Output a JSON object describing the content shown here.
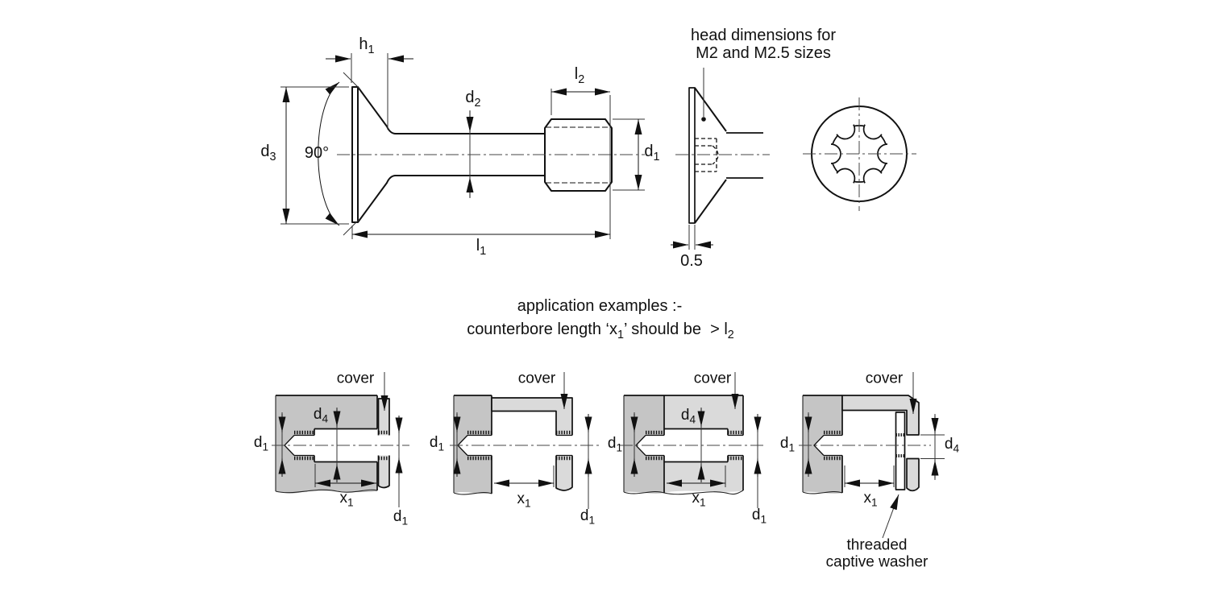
{
  "colors": {
    "block_gray": "#c5c5c5",
    "cover_gray": "#dadada",
    "line": "#111111",
    "background": "#ffffff"
  },
  "main_view": {
    "labels": {
      "h1": {
        "b": "h",
        "s": "1"
      },
      "d3": {
        "b": "d",
        "s": "3"
      },
      "angle": "90°",
      "d2": {
        "b": "d",
        "s": "2"
      },
      "l2": {
        "b": "l",
        "s": "2"
      },
      "d1": {
        "b": "d",
        "s": "1"
      },
      "l1": {
        "b": "l",
        "s": "1"
      }
    }
  },
  "head_view": {
    "note_line1": "head dimensions for",
    "note_line2": "M2 and M2.5 sizes",
    "thickness": "0.5"
  },
  "caption": {
    "line1": "application examples :-",
    "line2": {
      "t1": "counterbore length ‘x",
      "s1": "1",
      "t2": "’ should be  > l",
      "s2": "2"
    }
  },
  "examples": [
    {
      "cover": "cover",
      "d1_left": {
        "b": "d",
        "s": "1"
      },
      "d4": {
        "b": "d",
        "s": "4"
      },
      "x1": {
        "b": "x",
        "s": "1"
      },
      "d1_right": {
        "b": "d",
        "s": "1"
      }
    },
    {
      "cover": "cover",
      "d1_left": {
        "b": "d",
        "s": "1"
      },
      "x1": {
        "b": "x",
        "s": "1"
      },
      "d1_right": {
        "b": "d",
        "s": "1"
      }
    },
    {
      "cover": "cover",
      "d1_left": {
        "b": "d",
        "s": "1"
      },
      "d4": {
        "b": "d",
        "s": "4"
      },
      "x1": {
        "b": "x",
        "s": "1"
      },
      "d1_right": {
        "b": "d",
        "s": "1"
      }
    },
    {
      "cover": "cover",
      "d1_left": {
        "b": "d",
        "s": "1"
      },
      "d4_right": {
        "b": "d",
        "s": "4"
      },
      "x1": {
        "b": "x",
        "s": "1"
      },
      "washer_line1": "threaded",
      "washer_line2": "captive washer"
    }
  ]
}
